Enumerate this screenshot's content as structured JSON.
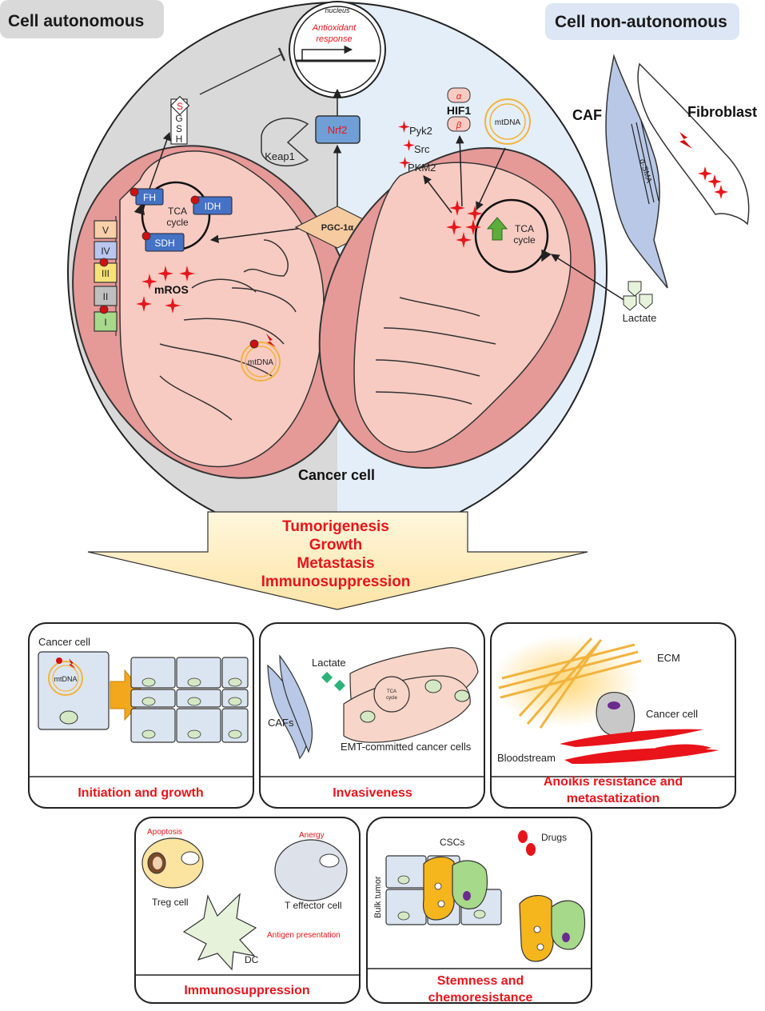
{
  "header": {
    "left_label": "Cell autonomous",
    "right_label": "Cell non-autonomous"
  },
  "nucleus": {
    "label": "nucleus",
    "response": [
      "Antioxidant",
      "response"
    ]
  },
  "gsh": {
    "letters": [
      "G",
      "S",
      "H"
    ],
    "modified": "S"
  },
  "proteins": {
    "nrf2": "Nrf2",
    "keap1": "Keap1",
    "hif1": "HIF1",
    "hif1_alpha": "α",
    "hif1_beta": "β",
    "pgc1a": "PGC-1α",
    "pyk2": "Pyk2",
    "src": "Src",
    "pkm2": "PKM2"
  },
  "left_mito": {
    "tca": [
      "TCA",
      "cycle"
    ],
    "enzymes": [
      "FH",
      "IDH",
      "SDH"
    ],
    "complexes": [
      "V",
      "IV",
      "III",
      "II",
      "I"
    ],
    "complex_colors": [
      "#f8cfa8",
      "#b9c7ee",
      "#f7e27a",
      "#bfbfbf",
      "#a6d98a"
    ],
    "mros": "mROS",
    "mtdna": "mtDNA"
  },
  "right_mito": {
    "tca": [
      "TCA",
      "cycle"
    ],
    "mtdna": "mtDNA"
  },
  "microenv": {
    "caf": "CAF",
    "fibroblast": "Fibroblast",
    "sma": "α-SMA",
    "lactate": "Lactate"
  },
  "cancer_cell_label": "Cancer cell",
  "outcomes": [
    "Tumorigenesis",
    "Growth",
    "Metastasis",
    "Immunosuppression"
  ],
  "panels": {
    "initiation": {
      "title": "Initiation and growth",
      "cancer_cell": "Cancer cell",
      "mtdna": "mtDNA"
    },
    "invasiveness": {
      "title": "Invasiveness",
      "lactate": "Lactate",
      "cafs": "CAFs",
      "emt": "EMT-committed cancer cells",
      "tca": [
        "TCA",
        "cycle"
      ]
    },
    "anoikis": {
      "title": [
        "Anoikis resistance and",
        "metastatization"
      ],
      "ecm": "ECM",
      "cancer_cell": "Cancer cell",
      "bloodstream": "Bloodstream"
    },
    "immuno": {
      "title": "Immunosuppression",
      "apoptosis": "Apoptosis",
      "anergy": "Anergy",
      "treg": "Treg cell",
      "teff": "T effector cell",
      "antigen": "Antigen presentation",
      "dc": "DC"
    },
    "stemness": {
      "title": [
        "Stemness and",
        "chemoresistance"
      ],
      "cscs": "CSCs",
      "drugs": "Drugs",
      "bulk": "Bulk tumor"
    }
  },
  "colors": {
    "red": "#e8141a",
    "mito_outer": "#e59a98",
    "mito_inner": "#f7cbc2",
    "enzyme_blue": "#4472c4",
    "left_bg": "#d9d9d9",
    "right_bg": "#dce9f5",
    "arrow_fill": "#fde9b5"
  }
}
